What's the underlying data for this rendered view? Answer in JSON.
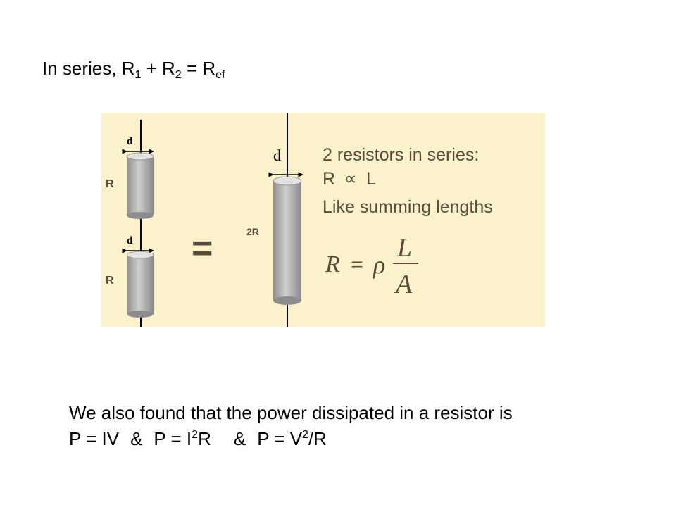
{
  "heading": {
    "prefix": "In series, R",
    "sub1": "1",
    "plus": " + R",
    "sub2": "2",
    "equals": " = R",
    "sub3": "ef"
  },
  "diagram": {
    "left_top_label": "d",
    "left_top_R": "R",
    "left_bottom_label": "d",
    "left_bottom_R": "R",
    "equals_sign": "=",
    "right_label": "d",
    "right_R": "2R",
    "text_line1": "2 resistors in series:",
    "text_line2_R": "R",
    "text_line2_prop": "∝",
    "text_line2_L": "L",
    "text_line3": "Like summing lengths",
    "formula_R": "R",
    "formula_eq": "=",
    "formula_rho": "ρ",
    "formula_L": "L",
    "formula_A": "A",
    "colors": {
      "panel": "#fbf2cc",
      "cylinder": "#a9a9a9",
      "text_brown": "#5a4a3c"
    }
  },
  "footer": {
    "line1": "We also found that the power dissipated in a resistor is",
    "p1": "P = IV",
    "amp1": "&",
    "p2a": "P = I",
    "p2sup": "2",
    "p2b": "R",
    "amp2": "&",
    "p3a": "P = V",
    "p3sup": "2",
    "p3b": "/R"
  }
}
